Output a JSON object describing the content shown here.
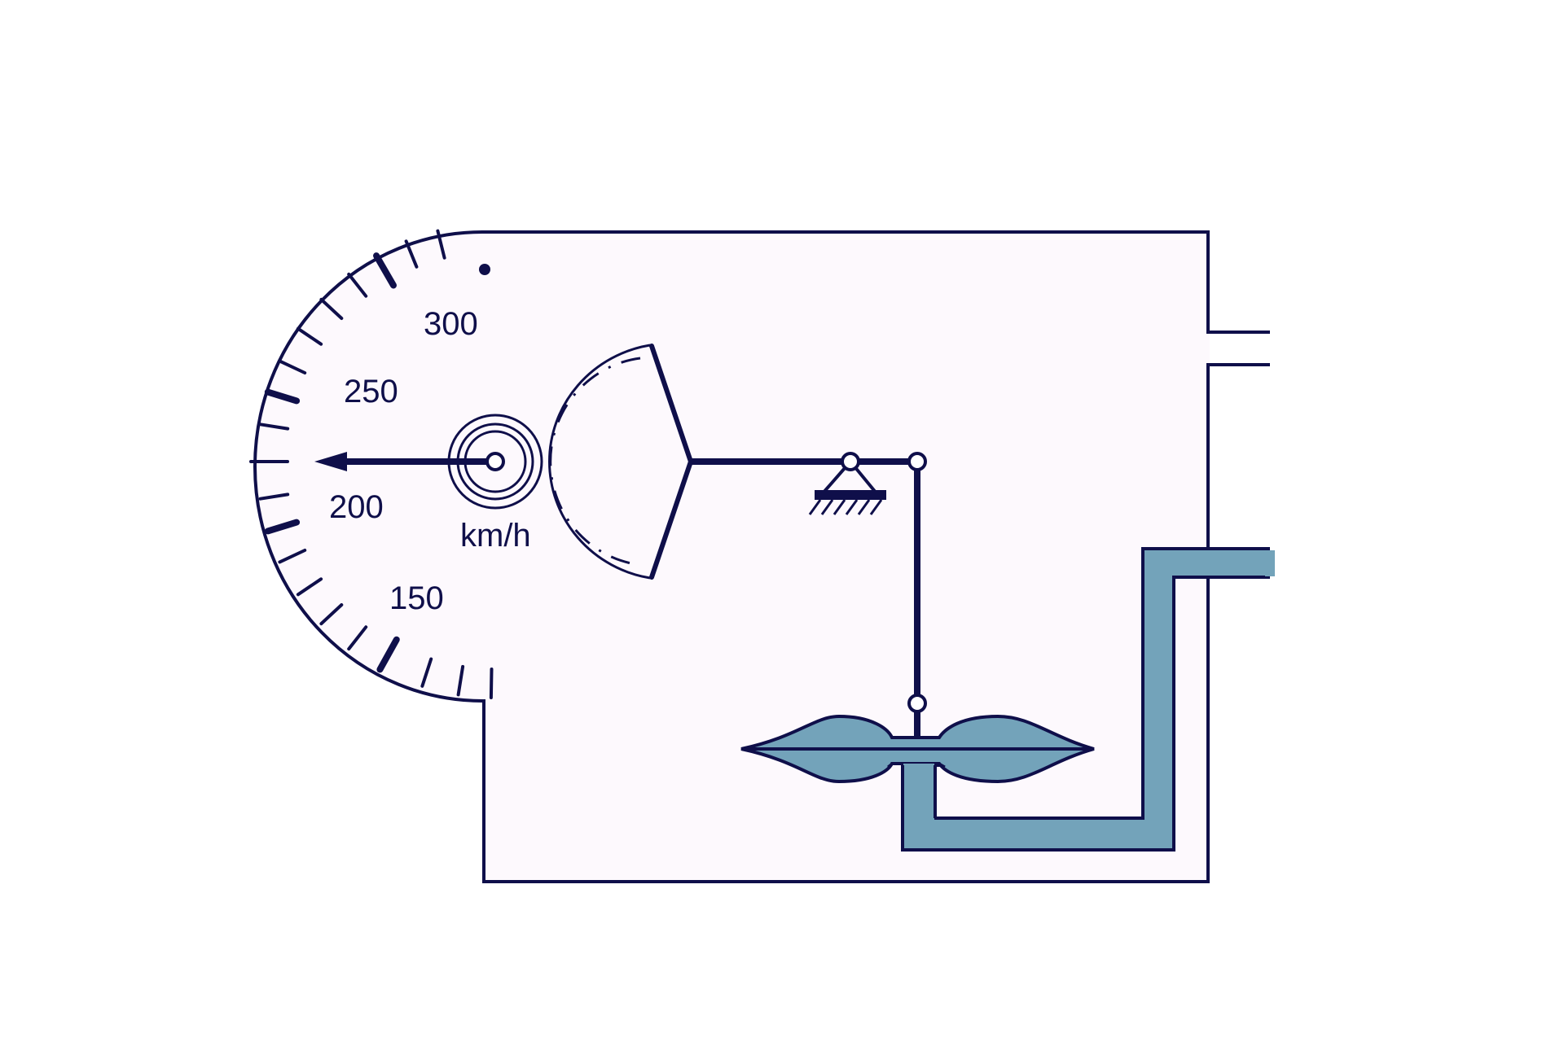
{
  "colors": {
    "ink": "#0f0f4a",
    "housing_fill": "#fdf9fd",
    "background": "#ffffff",
    "fluid": "#73a3ba"
  },
  "gauge": {
    "unit": "km/h",
    "scale_labels": [
      "150",
      "200",
      "250",
      "300"
    ],
    "pointer_value": 210
  },
  "components": [
    "airspeed-indicator-housing",
    "dial",
    "pointer",
    "gear-sector",
    "pivot-support",
    "linkage-rod",
    "aneroid-capsule",
    "pitot-pressure-tube"
  ]
}
